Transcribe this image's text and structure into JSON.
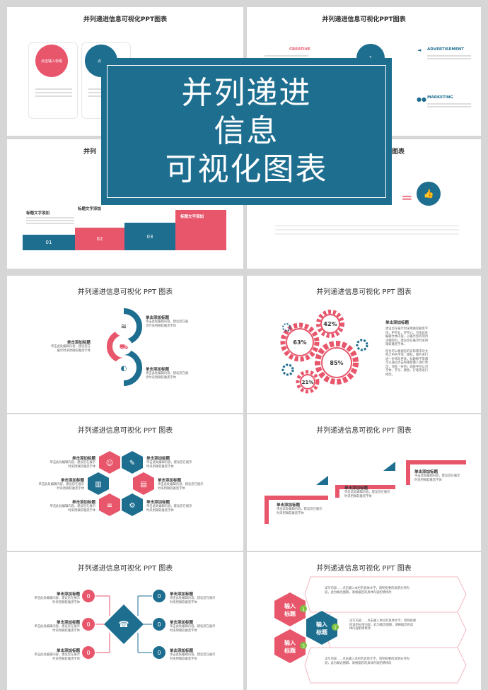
{
  "banner": {
    "line1": "并列递进",
    "line2": "信息",
    "line3": "可视化图表"
  },
  "colors": {
    "blue": "#1e6e90",
    "red": "#e8566b",
    "banner": "#1e6e90"
  },
  "top_slides": {
    "s1": {
      "title": "并列递进信息可视化PPT图表",
      "circle1": "点击输入标题",
      "circle2": "点击"
    },
    "s2": {
      "title": "并列递进信息可视化PPT图表",
      "creative": "CREATIVE",
      "advertisement": "ADVERTISEMENT",
      "marketing": "MARKETING",
      "num1": "1",
      "num2": "2"
    },
    "s3": {
      "title": "并列",
      "heading1": "标题文字添加",
      "heading2": "标题文字添加",
      "heading3": "标题文字添加",
      "step1": "01",
      "step2": "02",
      "step3": "03"
    },
    "s4": {
      "title": "图表"
    }
  },
  "slides": [
    {
      "title": "并列递进信息可视化 PPT 图表"
    },
    {
      "title": "并列递进信息可视化 PPT 图表"
    },
    {
      "title": "并列递进信息可视化 PPT 图表"
    },
    {
      "title": "并列递进信息可视化 PPT 图表"
    },
    {
      "title": "并列递进信息可视化 PPT 图表"
    },
    {
      "title": "并列递进信息可视化 PPT 图表"
    }
  ],
  "s5": {
    "items": [
      {
        "label": "单击添加标题",
        "desc1": "单击此处编辑内容，建议您在展",
        "desc2": "示时采用微软雅黑字体"
      },
      {
        "label": "单击添加标题",
        "desc1": "单击此处编辑内容，建议您在",
        "desc2": "展示时采用微软雅黑字体"
      },
      {
        "label": "单击添加标题",
        "desc1": "单击此处编辑内容，建议您在展",
        "desc2": "示时采用微软雅黑字体"
      }
    ]
  },
  "s6": {
    "heading": "单击添加标题",
    "para1": [
      "建议您在展示时采用微软雅黑字",
      "体，更专业，更专心。点击此处",
      "编辑文本内容，以展示您的项目",
      "详细资料，建议您在展示时采用",
      "微软雅黑字体。"
    ],
    "para2": [
      "您也可以根据您的实际需求对文",
      "档之中的字体、图标、图片进行",
      "进一步修改更改，标题数字等都",
      "可以通过点击和重新输入进行更",
      "改，顶部「开始」面板中可以对",
      "字体、字号、颜色、行距等进行",
      "修改。"
    ],
    "p42": "42%",
    "p63": "63%",
    "p85": "85%",
    "p21": "21%"
  },
  "s7": {
    "label": "单击添加标题",
    "desc1": "单击此处编辑内容，建议您在展示",
    "desc2": "时采用微软雅黑字体"
  },
  "s8": {
    "label": "单击添加标题",
    "desc1": "单击此处编辑内容，建议您在展示",
    "desc2": "时采用微软雅黑字体"
  },
  "s9": {
    "label": "单击添加标题",
    "desc1": "单击此处编辑内容，建议您在展示",
    "desc2": "时采用微软雅黑字体",
    "num": "0"
  },
  "s10": {
    "hex1": [
      "输入",
      "标题"
    ],
    "hex2": [
      "输入",
      "标题"
    ],
    "hex3": [
      "输入",
      "标题"
    ],
    "n1": "1",
    "n2": "2",
    "n3": "3",
    "box1": [
      "详写内容......点击输入本栏的具体文字，简明扼要的说明分项内",
      "容，此为概念图解，请根据您的具体内容酌情修改"
    ],
    "box2": [
      "详写内容......点击输入本栏的具体文字，简明扼要",
      "的说明分项内容，此为概念图解，请根据您的具",
      "体内容酌情修改"
    ],
    "box3": [
      "详写内容......点击输入本栏的具体文字，简明扼要的说明分项内",
      "容，此为概念图解，请根据您的具体内容酌情修改"
    ]
  }
}
